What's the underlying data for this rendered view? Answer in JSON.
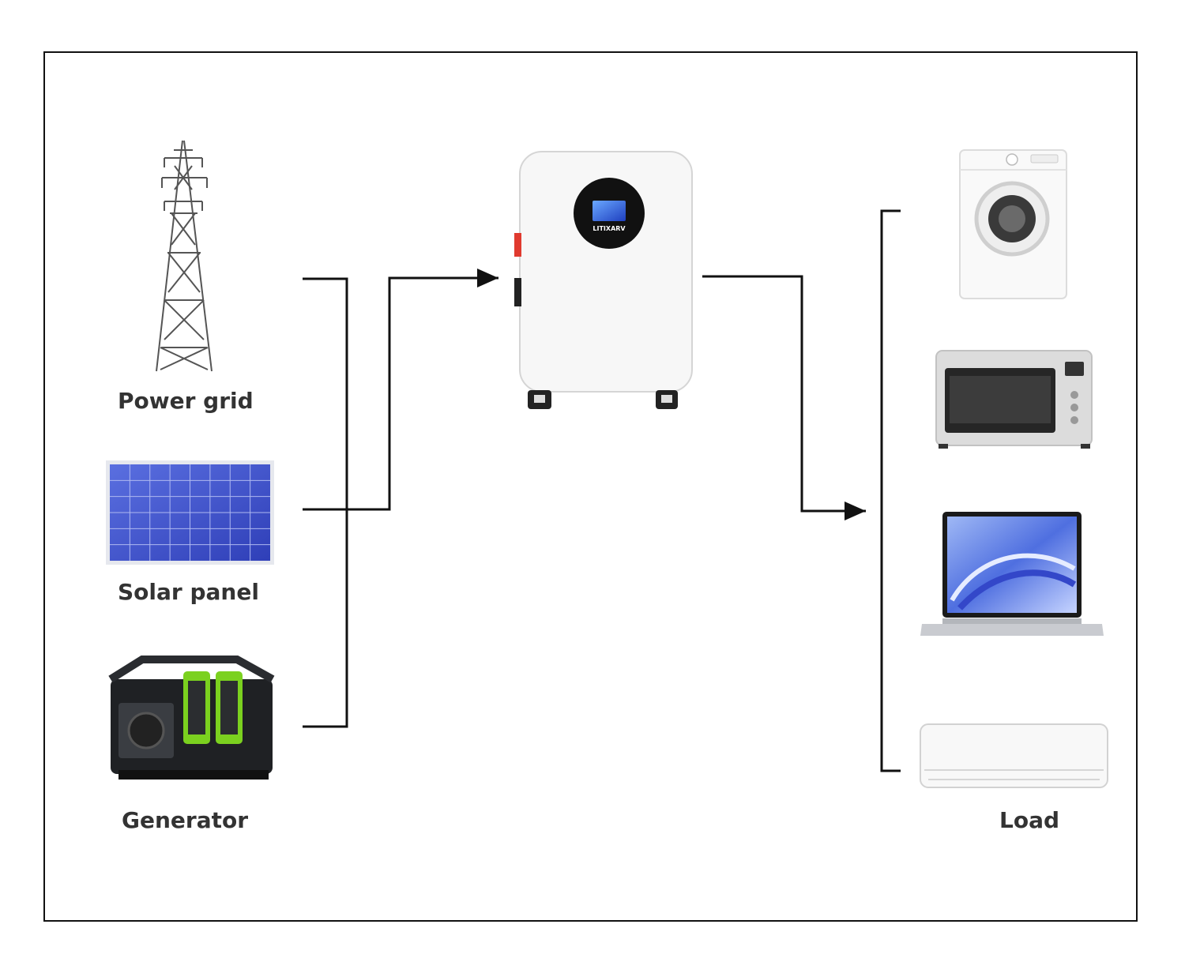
{
  "sources": [
    {
      "id": "grid",
      "label": "Power grid",
      "icon": "transmission-tower-icon"
    },
    {
      "id": "solar",
      "label": "Solar panel",
      "icon": "solar-panel-icon"
    },
    {
      "id": "generator",
      "label": "Generator",
      "icon": "generator-icon"
    }
  ],
  "battery": {
    "brand": "LITIXARV",
    "icon": "battery-storage-icon"
  },
  "loads": {
    "label": "Load",
    "items": [
      {
        "id": "washer",
        "icon": "washing-machine-icon"
      },
      {
        "id": "oven",
        "icon": "toaster-oven-icon"
      },
      {
        "id": "laptop",
        "icon": "laptop-icon"
      },
      {
        "id": "ac",
        "icon": "air-conditioner-icon"
      }
    ]
  },
  "colors": {
    "line": "#111111",
    "solar_blue": "#3a4fc8",
    "generator_green": "#7bd11f",
    "battery_red": "#e03a2f",
    "screen_blue": "#1e5ad8"
  }
}
